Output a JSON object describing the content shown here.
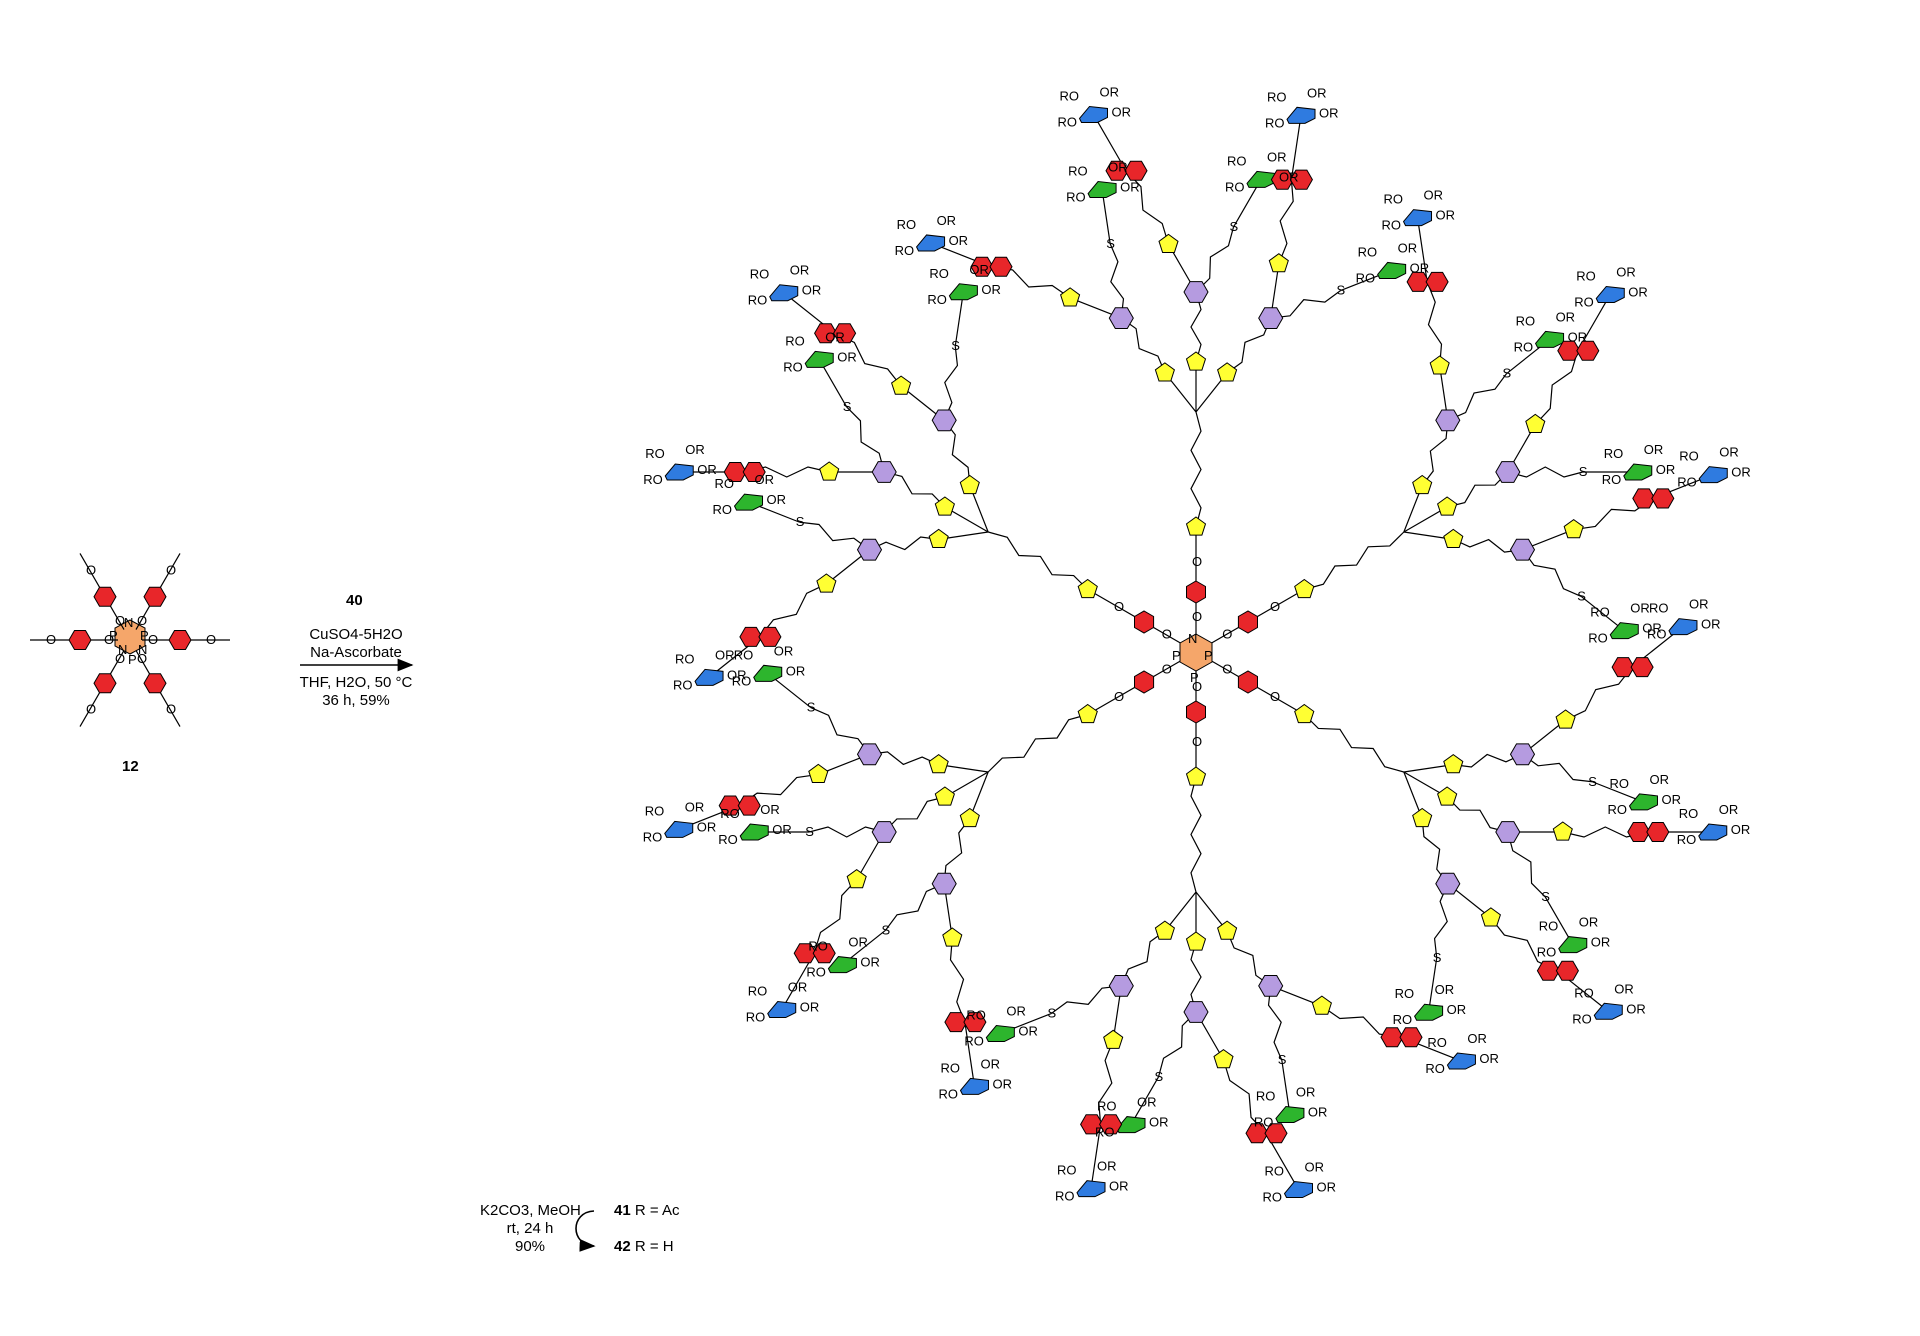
{
  "starting_material": {
    "compound_number": "12",
    "core_atom_labels": [
      "P",
      "N",
      "P",
      "N",
      "P",
      "N"
    ]
  },
  "conditions": {
    "reagent_compound": "40",
    "line1": "CuSO4-5H2O",
    "line2": "Na-Ascorbate",
    "line3": "THF, H2O, 50 °C",
    "line4": "36 h, 59%"
  },
  "deprotection": {
    "line1": "K2CO3, MeOH",
    "line2": "rt, 24 h",
    "line3": "90%",
    "product_a_number": "41",
    "product_a_text": "R = Ac",
    "product_b_number": "42",
    "product_b_text": "R = H"
  },
  "product_atom_labels": {
    "ro": "RO",
    "or": "OR",
    "o": "O",
    "s": "S",
    "n": "N",
    "p": "P"
  },
  "colors": {
    "core": "#f5a66a",
    "phenyl": "#e8262a",
    "triazole": "#ffff33",
    "triazine": "#b59be0",
    "galactose": "#2f7be0",
    "thioglucose": "#2db52d",
    "naphthyl": "#e8262a"
  },
  "branches": [
    {
      "angle": -90
    },
    {
      "angle": -30
    },
    {
      "angle": 30
    },
    {
      "angle": 90
    },
    {
      "angle": 150
    },
    {
      "angle": 210
    }
  ]
}
